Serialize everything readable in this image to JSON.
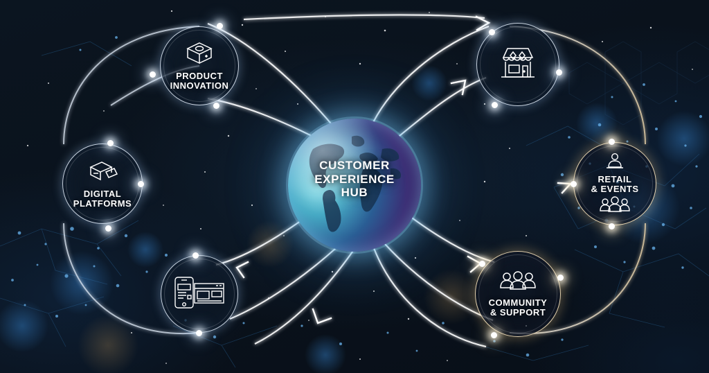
{
  "graphic": {
    "title": "Customer Experience Hub network diagram",
    "background_color": "#0a121c",
    "accent_cool": "#e2eefa",
    "accent_warm": "#f6e2ba"
  },
  "hub": {
    "name": "customer-experience-hub",
    "line1": "CUSTOMER",
    "line2": "EXPERIENCE",
    "line3": "HUB",
    "icon": "globe-icon"
  },
  "nodes": [
    {
      "id": "product-innovation",
      "label_line1": "PRODUCT",
      "label_line2": "INNOVATION",
      "icon": "package-box-icon",
      "ring_tone": "cool"
    },
    {
      "id": "digital-platforms",
      "label_line1": "DIGITAL",
      "label_line2": "PLATFORMS",
      "icon": "open-box-icon",
      "ring_tone": "cool"
    },
    {
      "id": "mobile-web",
      "label_line1": "",
      "label_line2": "",
      "icon": "mobile-and-browser-icon",
      "ring_tone": "cool"
    },
    {
      "id": "storefront",
      "label_line1": "",
      "label_line2": "",
      "icon": "storefront-icon",
      "ring_tone": "cool"
    },
    {
      "id": "retail-events",
      "label_line1": "RETAIL",
      "label_line2": "& EVENTS",
      "icon": "presenter-and-audience-icon",
      "ring_tone": "warm"
    },
    {
      "id": "community-support",
      "label_line1": "COMMUNITY",
      "label_line2": "& SUPPORT",
      "icon": "people-group-icon",
      "ring_tone": "warm"
    }
  ]
}
